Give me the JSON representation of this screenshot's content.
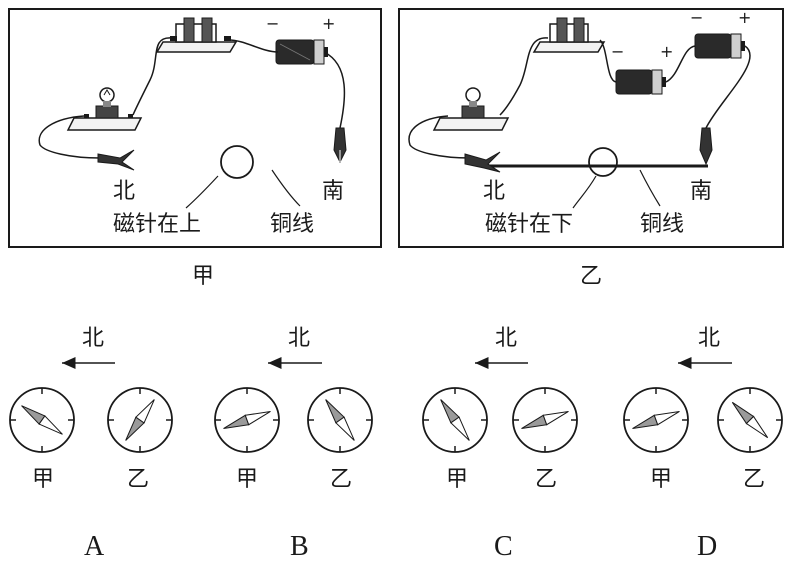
{
  "panels": {
    "left": {
      "caption": "甲",
      "north_label": "北",
      "south_label": "南",
      "needle_label": "磁针在上",
      "wire_label": "铜线",
      "battery_minus": "−",
      "battery_plus": "+"
    },
    "right": {
      "caption": "乙",
      "north_label": "北",
      "south_label": "南",
      "needle_label": "磁针在下",
      "wire_label": "铜线",
      "battery1_minus": "−",
      "battery1_plus": "+",
      "battery2_minus": "−",
      "battery2_plus": "+"
    }
  },
  "options": [
    {
      "letter": "A",
      "north_label": "北",
      "dial_left_label": "甲",
      "dial_right_label": "乙"
    },
    {
      "letter": "B",
      "north_label": "北",
      "dial_left_label": "甲",
      "dial_right_label": "乙"
    },
    {
      "letter": "C",
      "north_label": "北",
      "dial_left_label": "甲",
      "dial_right_label": "乙"
    },
    {
      "letter": "D",
      "north_label": "北",
      "dial_left_label": "甲",
      "dial_right_label": "乙"
    }
  ],
  "colors": {
    "ink": "#1a1a1a",
    "shaded": "#9a9a9a",
    "paper": "#ffffff"
  }
}
